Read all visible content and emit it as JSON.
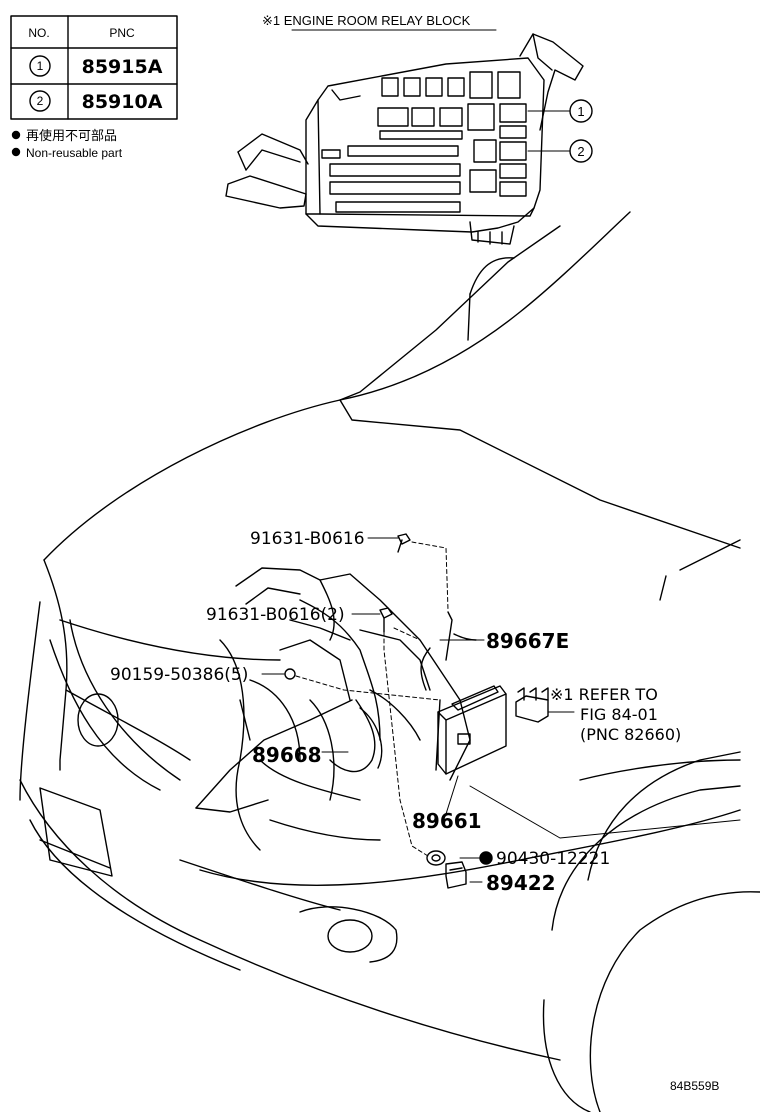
{
  "table": {
    "header_no": "NO.",
    "header_pnc": "PNC",
    "rows": [
      {
        "no": "1",
        "pnc": "85915A"
      },
      {
        "no": "2",
        "pnc": "85910A"
      }
    ]
  },
  "notes": {
    "jp": "再使用不可部品",
    "en": "Non-reusable part"
  },
  "relay_block_title": "※1 ENGINE ROOM RELAY BLOCK",
  "callouts": {
    "c1": "1",
    "c2": "2"
  },
  "parts": {
    "p_91631_b0616": "91631-B0616",
    "p_91631_b0616_2": "91631-B0616(2)",
    "p_89667e": "89667E",
    "p_90159": "90159-50386(5)",
    "refer_line1": "※1 REFER TO",
    "refer_line2": "FIG 84-01",
    "refer_line3": "(PNC 82660)",
    "p_89668": "89668",
    "p_89661": "89661",
    "p_90430": "90430-12221",
    "p_89422": "89422"
  },
  "figure_id": "84B559B"
}
